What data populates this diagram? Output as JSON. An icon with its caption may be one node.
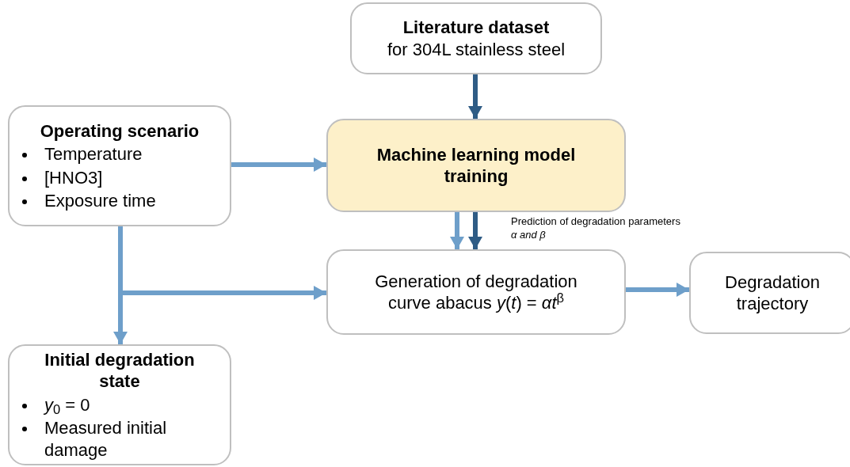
{
  "diagram": {
    "nodes": [
      {
        "text": [
          "Literature dataset",
          "for 304L stainless steel"
        ]
      },
      {
        "text": [
          "Operating scenario",
          "Temperature",
          "[HNO3]",
          "Exposure time"
        ]
      },
      {
        "text": [
          "Machine learning model training"
        ]
      },
      {
        "text": [
          "Generation of degradation curve abacus *y*(*t*) = *αt*$^{β}$"
        ]
      },
      {
        "text": [
          "Degradation trajectory"
        ]
      },
      {
        "text": [
          "Initial degradation state",
          "*y*$_{0}$ = 0",
          "Measured initial damage"
        ]
      }
    ],
    "edges": [
      {
        "from": 0,
        "to": 2,
        "arrow": "to",
        "color": "#2f5c85"
      },
      {
        "from": 1,
        "to": 2,
        "arrow": "to"
      },
      {
        "from": 2,
        "to": 3,
        "arrow": "to"
      },
      {
        "from": 2,
        "to": 3,
        "arrow": "to",
        "color": "#2f5c85",
        "label": "Prediction of degradation parameters *α and β*"
      },
      {
        "from": 1,
        "to": 3,
        "arrow": "to"
      },
      {
        "from": 1,
        "to": 5,
        "arrow": "to"
      },
      {
        "from": 3,
        "to": 4,
        "arrow": "to"
      }
    ]
  }
}
